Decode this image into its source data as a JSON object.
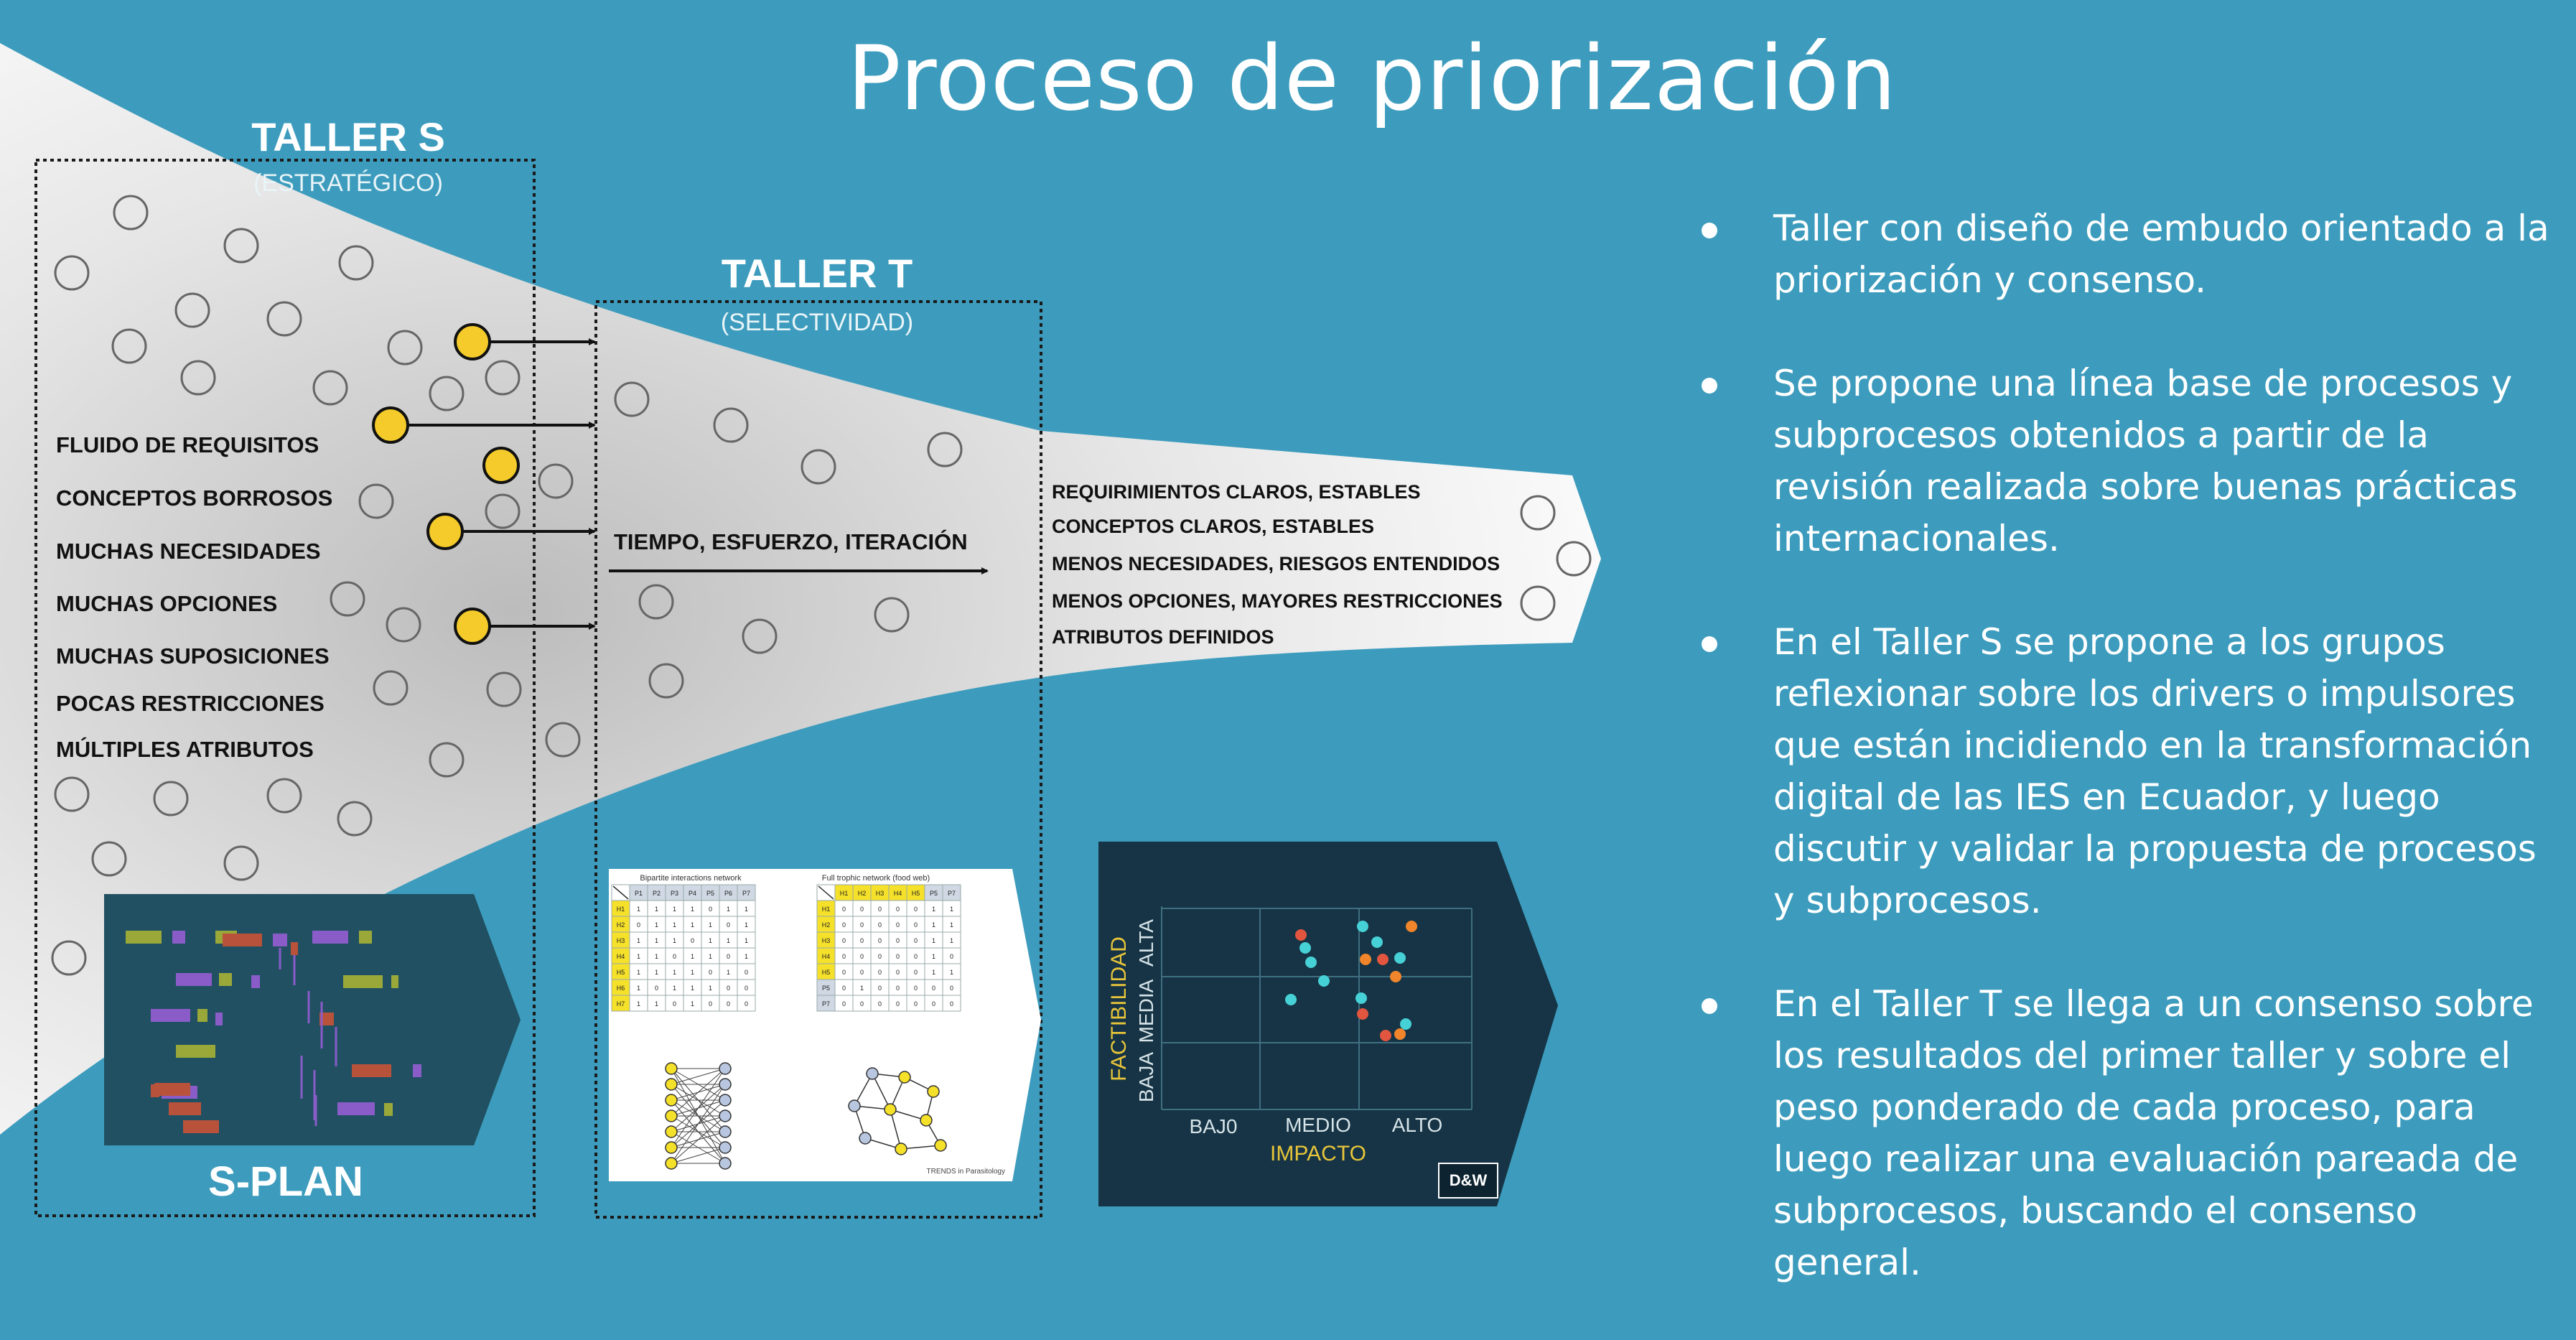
{
  "title": "Proceso de priorización",
  "taller_s": {
    "title": "TALLER S",
    "subtitle": "(ESTRATÉGICO)"
  },
  "taller_t": {
    "title": "TALLER T",
    "subtitle": "(SELECTIVIDAD)"
  },
  "input_labels": [
    "FLUIDO DE REQUISITOS",
    "CONCEPTOS BORROSOS",
    "MUCHAS NECESIDADES",
    "MUCHAS OPCIONES",
    "MUCHAS SUPOSICIONES",
    "POCAS RESTRICCIONES",
    "MÚLTIPLES ATRIBUTOS"
  ],
  "middle_label": "TIEMPO, ESFUERZO, ITERACIÓN",
  "output_labels": [
    "REQUIRIMIENTOS CLAROS, ESTABLES",
    "CONCEPTOS CLAROS, ESTABLES",
    "MENOS NECESIDADES, RIESGOS ENTENDIDOS",
    "MENOS OPCIONES, MAYORES RESTRICCIONES",
    "ATRIBUTOS DEFINIDOS"
  ],
  "splan_label": "S-PLAN",
  "network_panel": {
    "left_title": "Bipartite interactions network",
    "right_title": "Full trophic network (food web)",
    "left_cols": [
      "P1",
      "P2",
      "P3",
      "P4",
      "P5",
      "P6",
      "P7"
    ],
    "right_cols": [
      "H1",
      "H2",
      "H3",
      "H4",
      "H5",
      "P5",
      "P7"
    ],
    "rows": [
      "H1",
      "H2",
      "H3",
      "H4",
      "H5",
      "H6",
      "H7"
    ],
    "left_matrix": [
      [
        1,
        1,
        1,
        1,
        0,
        1,
        1
      ],
      [
        0,
        1,
        1,
        1,
        1,
        0,
        1
      ],
      [
        1,
        1,
        1,
        0,
        1,
        1,
        1
      ],
      [
        1,
        1,
        0,
        1,
        1,
        0,
        1
      ],
      [
        1,
        1,
        1,
        1,
        0,
        1,
        0
      ],
      [
        1,
        0,
        1,
        1,
        1,
        0,
        0
      ],
      [
        1,
        1,
        0,
        1,
        0,
        0,
        0
      ]
    ],
    "right_rows": [
      "H1",
      "H2",
      "H3",
      "H4",
      "H5",
      "P5",
      "P7"
    ],
    "right_matrix": [
      [
        0,
        0,
        0,
        0,
        0,
        1,
        1
      ],
      [
        0,
        0,
        0,
        0,
        0,
        1,
        1
      ],
      [
        0,
        0,
        0,
        0,
        0,
        1,
        1
      ],
      [
        0,
        0,
        0,
        0,
        0,
        1,
        0
      ],
      [
        0,
        0,
        0,
        0,
        0,
        1,
        1
      ],
      [
        0,
        1,
        0,
        0,
        0,
        0,
        0
      ],
      [
        0,
        0,
        0,
        0,
        0,
        0,
        0
      ]
    ],
    "credit": "TRENDS in Parasitology"
  },
  "matrix_chart": {
    "y_title": "FACTIBILIDAD",
    "y_ticks": [
      "BAJA",
      "MEDIA",
      "ALTA"
    ],
    "x_title": "IMPACTO",
    "x_ticks": [
      "BAJ0",
      "MEDIO",
      "ALTO"
    ],
    "logo": "D&W",
    "colors": {
      "teal": "#46d1d6",
      "red": "#e2553e",
      "orange": "#f0852b",
      "axis_title": "#e8c53a"
    }
  },
  "bullets": [
    "Taller con diseño de embudo orientado a la priorización y consenso.",
    "Se propone una línea base de procesos y subprocesos obtenidos a partir de la revisión realizada sobre buenas prácticas internacionales.",
    "En el Taller S se propone a los grupos reflexionar sobre los drivers o impulsores que están incidiendo en la transformación digital de las IES en Ecuador, y luego discutir y validar la propuesta de procesos y subprocesos.",
    "En el Taller T se llega a un consenso sobre los resultados del primer taller y sobre el peso ponderado de cada proceso, para luego realizar una evaluación pareada de subprocesos, buscando el consenso general."
  ],
  "colors": {
    "background": "#3d9cbd",
    "highlight_circle": "#f4cb2a",
    "panel_dark": "#1b3d4e",
    "splan_panel": "#205062"
  }
}
